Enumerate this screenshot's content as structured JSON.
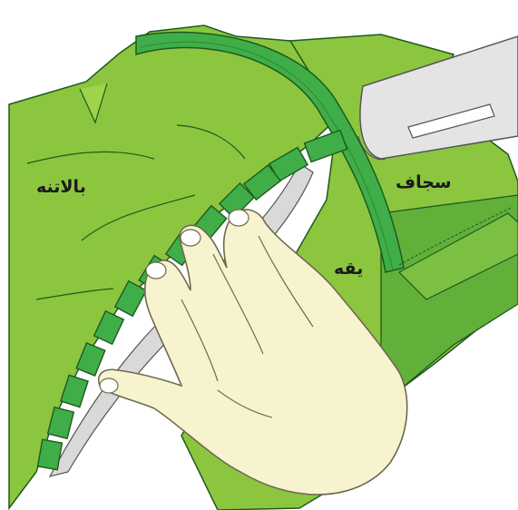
{
  "labels": {
    "balatane": "بالاتنه",
    "sajaf": "سجاف",
    "yaghe": "یقه"
  },
  "colors": {
    "fabric_main": "#8cc63f",
    "fabric_light": "#9fd34a",
    "fabric_dark": "#62b03a",
    "binding_green": "#3fae49",
    "binding_dark": "#2f8f3a",
    "outline": "#1e5a1e",
    "hand_skin": "#f7f3cf",
    "hand_outline": "#6d6a50",
    "seam_allowance": "#d9d9d9",
    "iron_metal": "#e4e4e4",
    "iron_outline": "#555555"
  },
  "icons": {
    "hand": "hand-icon",
    "iron": "iron-icon"
  }
}
